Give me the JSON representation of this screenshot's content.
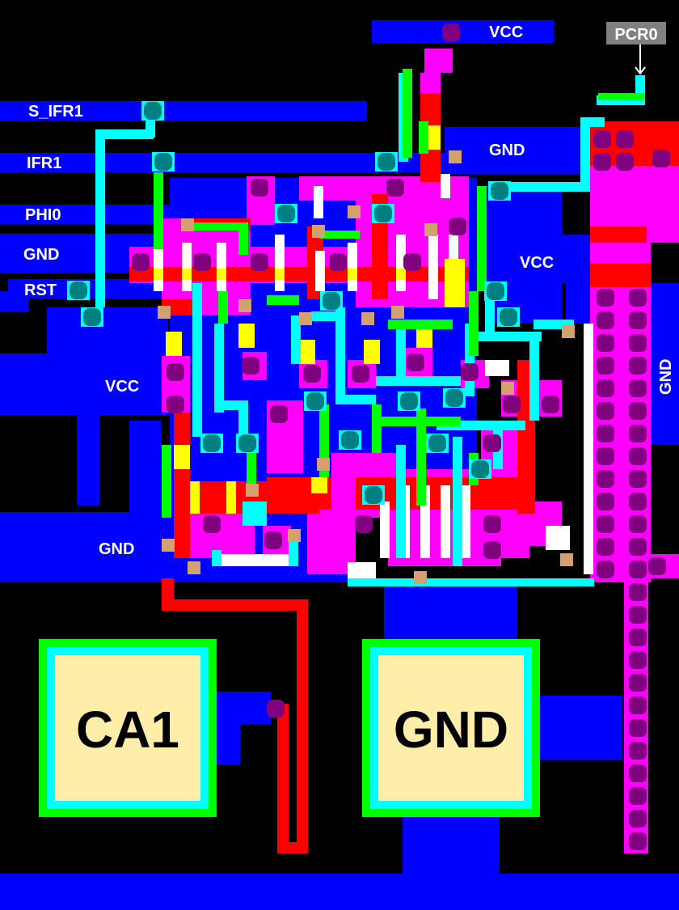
{
  "title": "Standard cell layout",
  "nets": {
    "vcc_top": "VCC",
    "s_ifr1": "S_IFR1",
    "ifr1": "IFR1",
    "phi0": "PHI0",
    "gnd_left": "GND",
    "rst": "RST",
    "vcc_left": "VCC",
    "gnd_bottom_left": "GND",
    "gnd_top_right": "GND",
    "vcc_right": "VCC",
    "gnd_right": "GND"
  },
  "probe_label": "PCR0",
  "pads": {
    "left": "CA1",
    "right": "GND"
  },
  "colors": {
    "metal1": "#0000ff",
    "poly": "#ff0000",
    "diffusion": "#ff00ff",
    "metal2": "#00ffff",
    "via": "#008080",
    "contact": "#800080",
    "pad_fill": "#ffeeaa",
    "pad_ring": "#00ff00"
  }
}
